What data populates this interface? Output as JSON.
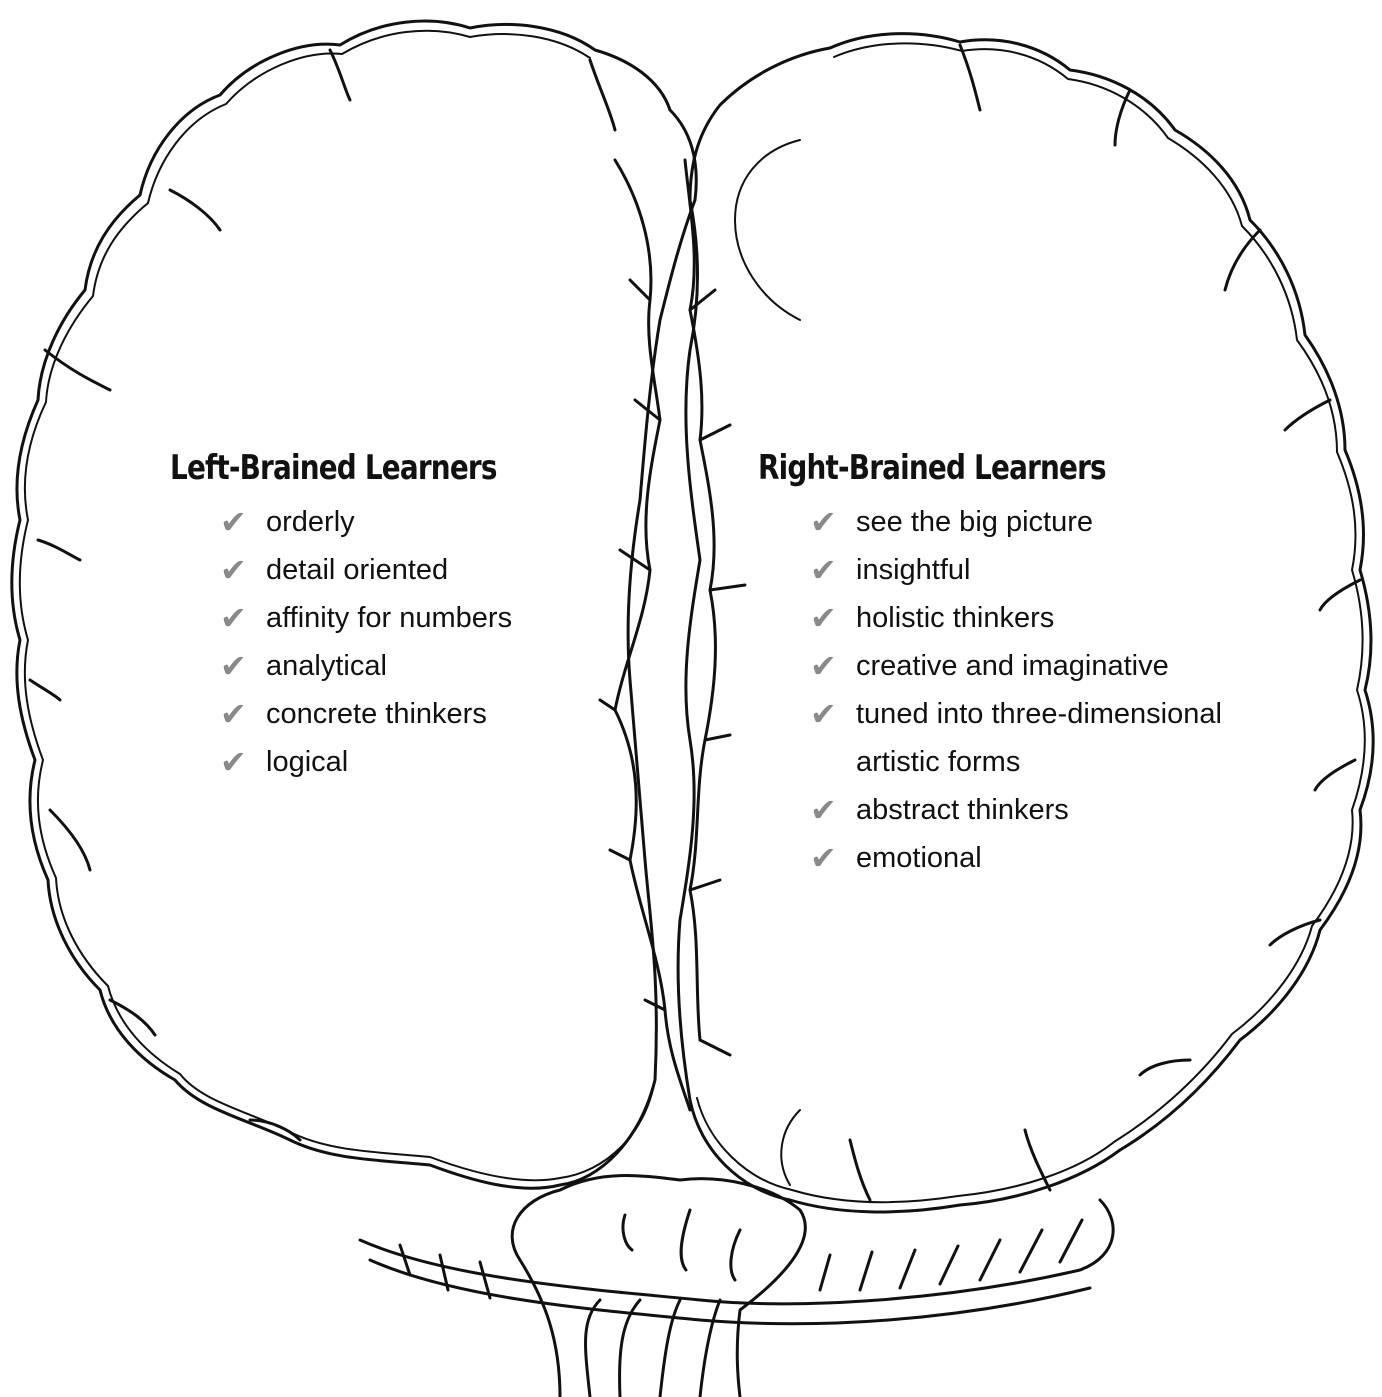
{
  "left": {
    "title": "Left-Brained Learners",
    "items": [
      "orderly",
      "detail oriented",
      "affinity for numbers",
      "analytical",
      "concrete thinkers",
      "logical"
    ]
  },
  "right": {
    "title": "Right-Brained Learners",
    "items": [
      "see the big picture",
      "insightful",
      "holistic thinkers",
      "creative and imaginative",
      "tuned into three-dimensional artistic forms",
      "abstract thinkers",
      "emotional"
    ]
  },
  "icons": {
    "bullet": "check-mark-icon",
    "check_glyph": "✔",
    "check_color": "#8a8a8a"
  },
  "colors": {
    "outline": "#111111",
    "text": "#111111",
    "background": "#ffffff"
  }
}
